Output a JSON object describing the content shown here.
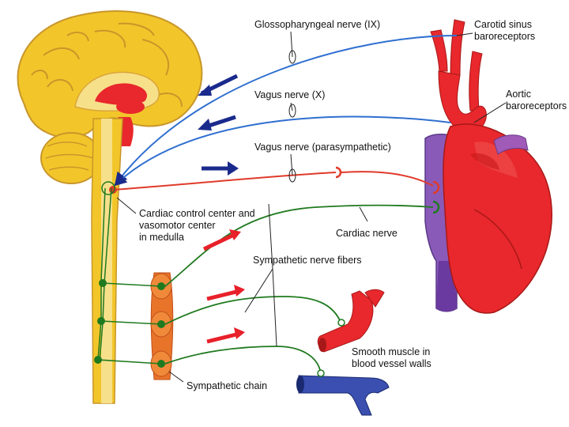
{
  "labels": {
    "glossopharyngeal": "Glossopharyngeal nerve (IX)",
    "carotid_line1": "Carotid sinus",
    "carotid_line2": "baroreceptors",
    "vagus_x": "Vagus nerve (X)",
    "aortic_line1": "Aortic",
    "aortic_line2": "baroreceptors",
    "vagus_para": "Vagus nerve (parasympathetic)",
    "cardiac_center_line1": "Cardiac control center and",
    "cardiac_center_line2": "vasomotor center",
    "cardiac_center_line3": "in medulla",
    "cardiac_nerve": "Cardiac nerve",
    "sympathetic_fibers": "Sympathetic nerve fibers",
    "smooth_muscle_line1": "Smooth muscle in",
    "smooth_muscle_line2": "blood vessel walls",
    "sympathetic_chain": "Sympathetic chain"
  },
  "colors": {
    "sensory_nerve": "#2f6fd0",
    "parasympathetic_nerve": "#e03a2a",
    "sympathetic_nerve": "#1f7a1f",
    "arrow_blue": "#1a2a8c",
    "arrow_red": "#e8202a",
    "brain": "#f2c62a",
    "artery": "#e8282c",
    "vein": "#3a4fb0"
  },
  "icons": [
    "brain-illustration",
    "spinal-cord",
    "heart-illustration",
    "artery-segment",
    "vein-segment",
    "sympathetic-chain-ganglia"
  ]
}
